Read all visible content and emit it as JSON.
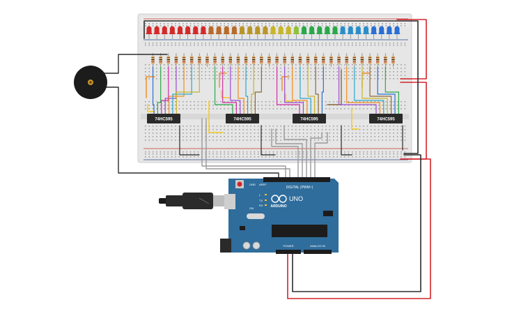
{
  "chips": [
    {
      "label": "74HC595"
    },
    {
      "label": "74HC595"
    },
    {
      "label": "74HC595"
    },
    {
      "label": "74HC595"
    }
  ],
  "arduino": {
    "logo_text": "ARDUINO",
    "model": "UNO",
    "digital_label": "DIGITAL (PWM~)",
    "analog_label": "ANALOG IN",
    "power_label": "POWER",
    "tx_label": "TX",
    "rx_label": "RX",
    "led_label": "L",
    "on_label": "ON",
    "aref_label": "AREF",
    "gnd_label": "GND"
  },
  "colors": {
    "breadboard": "#e4e4e4",
    "arduino_blue": "#2f6d9c",
    "wire_red": "#d2232a",
    "wire_black": "#2b2b2b",
    "wire_gray": "#9a9a9a",
    "chip": "#2a2a2a",
    "buzzer": "#1c1c1c"
  },
  "led_colors": [
    "#d42a2a",
    "#d42a2a",
    "#d42a2a",
    "#d42a2a",
    "#d42a2a",
    "#d42a2a",
    "#d42a2a",
    "#d42a2a",
    "#b86a2a",
    "#b86a2a",
    "#b86a2a",
    "#b86a2a",
    "#b8962a",
    "#b8962a",
    "#b8962a",
    "#b8962a",
    "#c9b52a",
    "#c9b52a",
    "#c9b52a",
    "#8fc23a",
    "#2aa84a",
    "#2aa84a",
    "#2aa84a",
    "#2aa84a",
    "#2aa84a",
    "#2a8fc9",
    "#2a8fc9",
    "#2a8fc9",
    "#2a8fc9",
    "#2a6fd4",
    "#2a6fd4",
    "#2a6fd4",
    "#2a6fd4"
  ]
}
